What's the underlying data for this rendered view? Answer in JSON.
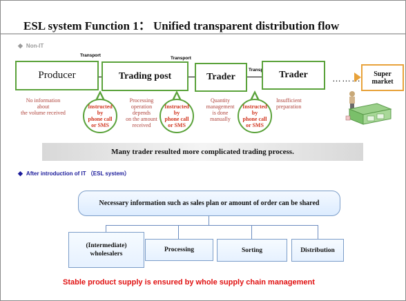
{
  "title": "ESL system Function 1： Unified transparent distribution flow",
  "section_non_it": "Non-IT",
  "section_it": "After introduction of IT （ESL system）",
  "colors": {
    "green": "#5aa23a",
    "red_text": "#d0341e",
    "note_text": "#b0443c",
    "blue_border": "#7a9cc8",
    "stable_red": "#e01010",
    "orange": "#e8a23a"
  },
  "icons": {
    "diamond": "◆",
    "market": "supermarket-icon"
  },
  "flow": {
    "producer": "Producer",
    "trading_post": "Trading post",
    "trader1": "Trader",
    "trader2": "Trader",
    "supermarket_line1": "Super",
    "supermarket_line2": "market",
    "transport": "Transport",
    "dots": "………"
  },
  "notes": {
    "no_info": [
      "No information",
      "about",
      "the volume received"
    ],
    "processing": [
      "Processing",
      "operation",
      "depends",
      "on the amount",
      "received"
    ],
    "quantity": [
      "Quantity",
      "management",
      "is done",
      "manually"
    ],
    "insufficient": [
      "Insufficient",
      "preparation"
    ]
  },
  "bubble_text": [
    "Instructed",
    "by",
    "phone call",
    "or SMS"
  ],
  "banner": "Many trader resulted more complicated trading process.",
  "shared_info": "Necessary information such as sales plan or amount of order can be shared",
  "processes": {
    "wholesalers": [
      "(Intermediate)",
      "wholesalers"
    ],
    "processing": "Processing",
    "sorting": "Sorting",
    "distribution": "Distribution"
  },
  "stable": "Stable product supply is ensured by whole supply chain management"
}
